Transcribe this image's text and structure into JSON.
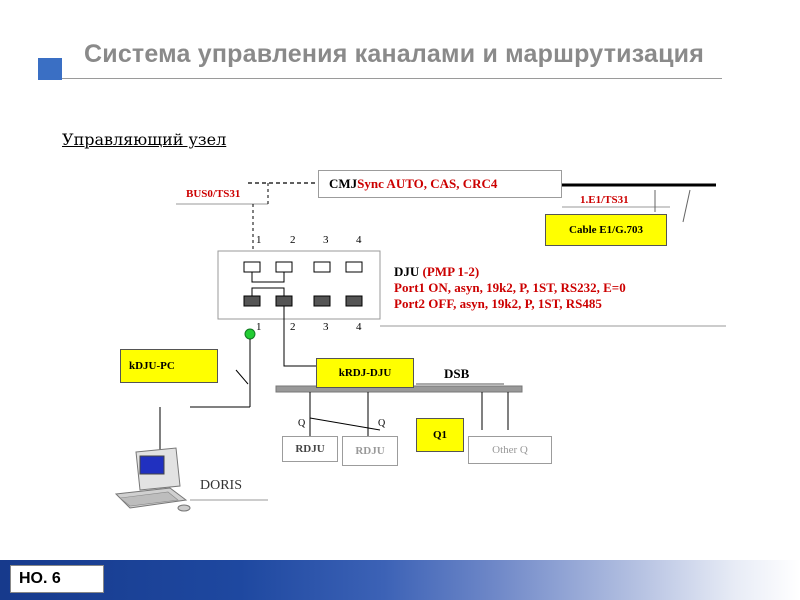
{
  "title": "Система управления каналами и маршрутизация",
  "subtitle": "Управляющий узел",
  "nodes": {
    "bus": "BUS0/TS31",
    "cmj_prefix": "CMJ ",
    "cmj_rest": "Sync AUTO, CAS, CRC4",
    "e1_label": "1.E1/TS31",
    "cable": "Cable E1/G.703",
    "dju_prefix": "DJU ",
    "dju_rest": "(PMP 1-2)",
    "port1": "Port1 ON,  asyn, 19k2, P, 1ST, RS232, E=0",
    "port2": "Port2 OFF, asyn, 19k2, P, 1ST, RS485",
    "kdju": "kDJU-PC",
    "krdj": "kRDJ-DJU",
    "dsb": "DSB",
    "q1": "Q1",
    "q_left": "Q",
    "q_right": "Q",
    "rdju1": "RDJU",
    "rdju2": "RDJU",
    "other_q": "Other Q",
    "doris": "DORIS"
  },
  "ports_top": [
    "1",
    "2",
    "3",
    "4"
  ],
  "ports_bottom": [
    "1",
    "2",
    "3",
    "4"
  ],
  "footer": {
    "page": "НО.  6"
  },
  "colors": {
    "accent": "#3a6fc4",
    "highlight": "#ffff00",
    "text_red": "#cc0000",
    "led": "#22cc33"
  },
  "icons": [
    "computer-icon",
    "status-led-icon",
    "ttc-marconi-logo"
  ]
}
